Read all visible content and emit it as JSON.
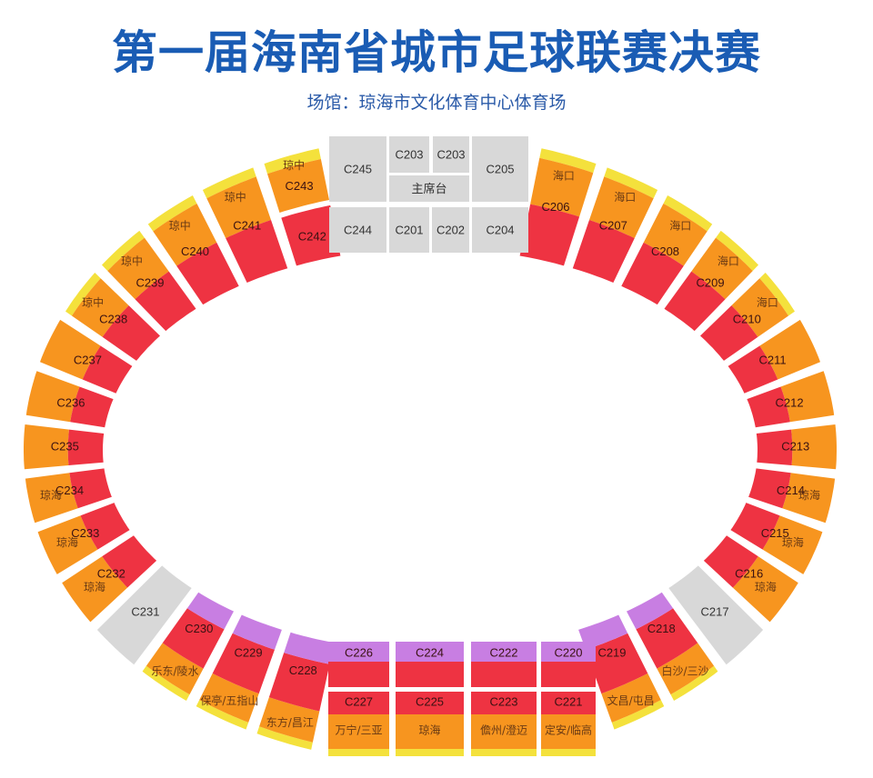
{
  "header": {
    "title": "第一届海南省城市足球联赛决赛",
    "venue": "场馆：琼海市文化体育中心体育场"
  },
  "colors": {
    "yellow": "#f4e13c",
    "orange": "#f7951f",
    "red": "#ee3342",
    "purple": "#c87ee2",
    "gray": "#d8d8d8",
    "title_blue": "#1a5cb4"
  },
  "top_blocks": [
    {
      "code": "C245"
    },
    {
      "code": "C203"
    },
    {
      "code": "C203"
    },
    {
      "code": "主席台"
    },
    {
      "code": "C205"
    },
    {
      "code": "C244"
    },
    {
      "code": "C201"
    },
    {
      "code": "C202"
    },
    {
      "code": "C204"
    }
  ],
  "ring_right": [
    {
      "code": "C206",
      "region": "海口",
      "scheme": "yellow-orange-red"
    },
    {
      "code": "C207",
      "region": "海口",
      "scheme": "yellow-orange-red"
    },
    {
      "code": "C208",
      "region": "海口",
      "scheme": "yellow-orange-red"
    },
    {
      "code": "C209",
      "region": "海口",
      "scheme": "yellow-orange-red"
    },
    {
      "code": "C210",
      "region": "海口",
      "scheme": "yellow-orange-red"
    },
    {
      "code": "C211",
      "region": "",
      "scheme": "orange-red"
    },
    {
      "code": "C212",
      "region": "",
      "scheme": "orange-red"
    },
    {
      "code": "C213",
      "region": "",
      "scheme": "orange-red"
    },
    {
      "code": "C214",
      "region": "琼海",
      "scheme": "orange-red"
    },
    {
      "code": "C215",
      "region": "琼海",
      "scheme": "orange-red"
    },
    {
      "code": "C216",
      "region": "琼海",
      "scheme": "orange-red"
    },
    {
      "code": "C217",
      "region": "",
      "scheme": "gray"
    },
    {
      "code": "C218",
      "region": "白沙/三沙",
      "scheme": "yellow-orange-red-purple"
    },
    {
      "code": "C219",
      "region": "文昌/屯昌",
      "scheme": "yellow-orange-red-purple"
    }
  ],
  "ring_left": [
    {
      "code": "C243",
      "region": "琼中",
      "scheme": "yellow-orange"
    },
    {
      "code": "C242",
      "region": "",
      "scheme": "red"
    },
    {
      "code": "C241",
      "region": "琼中",
      "scheme": "yellow-orange-red"
    },
    {
      "code": "C240",
      "region": "琼中",
      "scheme": "yellow-orange-red"
    },
    {
      "code": "C239",
      "region": "琼中",
      "scheme": "yellow-orange-red"
    },
    {
      "code": "C238",
      "region": "琼中",
      "scheme": "yellow-orange-red"
    },
    {
      "code": "C237",
      "region": "",
      "scheme": "orange-red"
    },
    {
      "code": "C236",
      "region": "",
      "scheme": "orange-red"
    },
    {
      "code": "C235",
      "region": "",
      "scheme": "orange-red"
    },
    {
      "code": "C234",
      "region": "琼海",
      "scheme": "orange-red"
    },
    {
      "code": "C233",
      "region": "琼海",
      "scheme": "orange-red"
    },
    {
      "code": "C232",
      "region": "琼海",
      "scheme": "orange-red"
    },
    {
      "code": "C231",
      "region": "",
      "scheme": "gray"
    },
    {
      "code": "C230",
      "region": "乐东/陵水",
      "scheme": "yellow-orange-red-purple"
    },
    {
      "code": "C229",
      "region": "保亭/五指山",
      "scheme": "yellow-orange-red-purple"
    },
    {
      "code": "C228",
      "region": "东方/昌江",
      "scheme": "yellow-orange-red-purple"
    }
  ],
  "bottom_blocks": [
    {
      "upper": "C226",
      "lower": "C227",
      "region": "万宁/三亚"
    },
    {
      "upper": "C224",
      "lower": "C225",
      "region": "琼海"
    },
    {
      "upper": "C222",
      "lower": "C223",
      "region": "儋州/澄迈"
    },
    {
      "upper": "C220",
      "lower": "C221",
      "region": "定安/临高"
    }
  ]
}
